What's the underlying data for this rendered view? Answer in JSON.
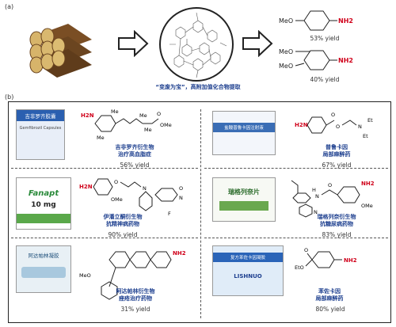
{
  "panel_a": {
    "label": "(a)",
    "caption": "“变废为宝”，高附加值化合物提取",
    "products": [
      {
        "left_group": "MeO",
        "amine": "NH2",
        "yield": "53% yield"
      },
      {
        "left_group": "MeO",
        "left_group2": "MeO",
        "amine": "NH2",
        "yield": "40% yield"
      }
    ]
  },
  "panel_b": {
    "label": "(b)",
    "items": [
      {
        "drug_name_cn": "吉非罗齐衍生物",
        "use_cn": "治疗高血脂症",
        "yield": "56% yield",
        "box_text": "吉非罗齐胶囊",
        "box_sub": "Gemfibrozil Capsules",
        "struct_labels": [
          "H2N",
          "Me",
          "Me",
          "Me",
          "Me",
          "O",
          "OMe"
        ]
      },
      {
        "drug_name_cn": "普鲁卡因",
        "use_cn": "局部麻醉药",
        "yield": "67% yield",
        "box_text": "盐酸普鲁卡因注射液",
        "struct_labels": [
          "H2N",
          "O",
          "O",
          "N",
          "Et",
          "Et"
        ]
      },
      {
        "drug_name_cn": "伊潘立酮衍生物",
        "use_cn": "抗精神病药物",
        "yield": "90% yield",
        "box_text": "Fanapt",
        "box_sub": "10 mg",
        "struct_labels": [
          "H2N",
          "O",
          "OMe",
          "N",
          "O",
          "N",
          "F"
        ]
      },
      {
        "drug_name_cn": "瑞格列奈衍生物",
        "use_cn": "抗糖尿病药物",
        "yield": "83% yield",
        "box_text": "瑞格列奈片",
        "struct_labels": [
          "NH2",
          "OMe",
          "H",
          "N",
          "O",
          "N"
        ]
      },
      {
        "drug_name_cn": "阿达帕林衍生物",
        "use_cn": "痤疮治疗药物",
        "yield": "31% yield",
        "box_text": "阿达帕林凝胶",
        "struct_labels": [
          "NH2",
          "MeO"
        ]
      },
      {
        "drug_name_cn": "苯佐卡因",
        "use_cn": "局部麻醉药",
        "yield": "80% yield",
        "box_text": "复方苯佐卡因凝胶",
        "box_sub": "LISHNUO",
        "struct_labels": [
          "O",
          "EtO",
          "NH2"
        ]
      }
    ]
  },
  "colors": {
    "amine_red": "#d0021b",
    "label_blue": "#1d3f8f",
    "wood": "#8b5a2b"
  }
}
